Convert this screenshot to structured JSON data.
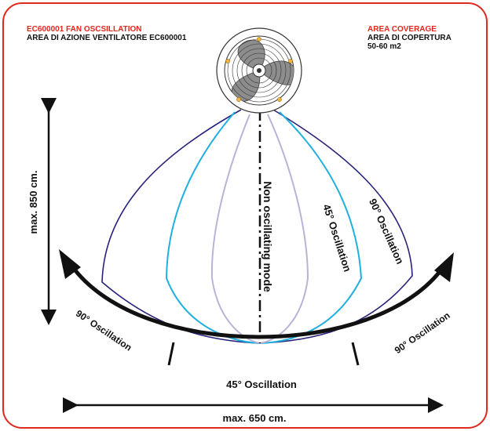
{
  "header_left": {
    "title": "EC600001 FAN OSCSILLATION",
    "subtitle": "AREA DI AZIONE VENTILATORE EC600001"
  },
  "header_right": {
    "title": "AREA COVERAGE",
    "subtitle": "AREA DI COPERTURA",
    "area": "50-60 m2"
  },
  "labels": {
    "max_length": "max. 850 cm.",
    "max_width": "max. 650 cm.",
    "non_oscillating": "Non oscillating mode",
    "osc_45_inner": "45° Oscillation",
    "osc_90_inner": "90° Oscillation",
    "osc_90_left": "90° Oscillation",
    "osc_90_right": "90° Oscillation",
    "osc_45_bottom": "45° Oscillation"
  },
  "colors": {
    "frame": "#e0281e",
    "title_red": "#e0281e",
    "coverage_90": "#27237a",
    "coverage_45": "#1fb0e0",
    "coverage_none": "#b9b4d6",
    "fan_grey": "#8d8d8d",
    "fan_bolt": "#f2b53a",
    "arrow": "#111111"
  },
  "icons": [
    "fan-icon"
  ]
}
